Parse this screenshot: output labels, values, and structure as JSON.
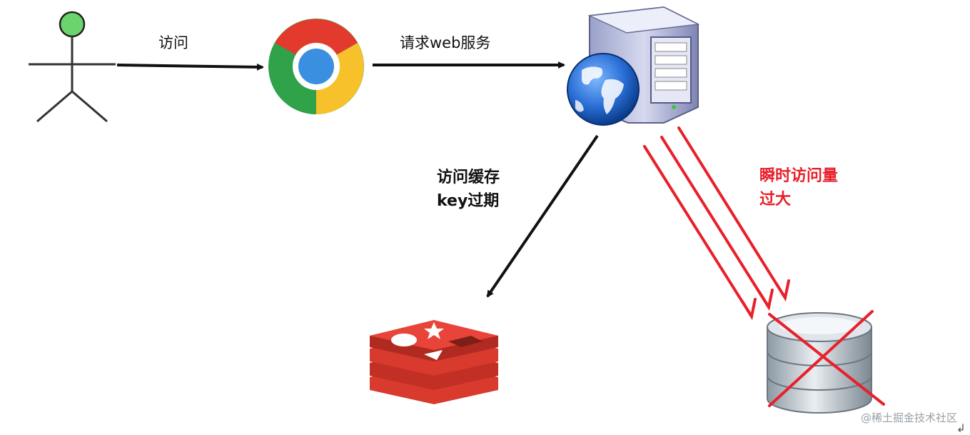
{
  "labels": {
    "access": "访问",
    "request_web": "请求web服务",
    "cache_line1": "访问缓存",
    "cache_line2": "key过期",
    "spike_line1": "瞬时访问量",
    "spike_line2": "过大",
    "watermark": "@稀土掘金技术社区",
    "return_glyph": "↲"
  },
  "colors": {
    "arrow_black": "#111111",
    "arrow_red": "#e8202a",
    "actor_head": "#6cd46c",
    "redis_red": "#d93a2e",
    "db_gray": "#b9c3cb"
  },
  "icons": [
    "actor-icon",
    "chrome-icon",
    "web-server-icon",
    "redis-icon",
    "database-icon"
  ]
}
